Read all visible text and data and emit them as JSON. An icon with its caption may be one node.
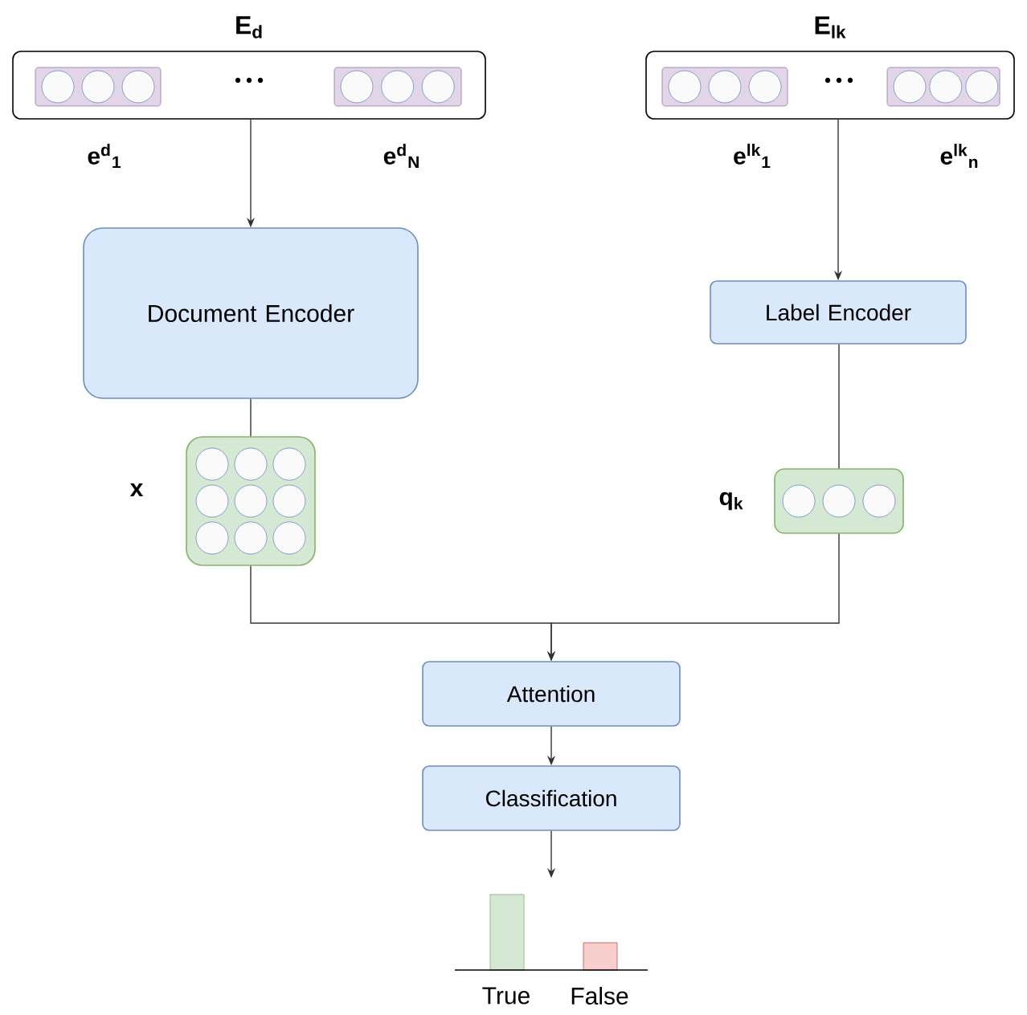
{
  "diagram": {
    "nodes": [
      {
        "text": [
          "E$_{d}$"
        ],
        "beside": [
          "e$^{d}$$_{1}$",
          "e$^{d}$$_{N}$"
        ]
      },
      {
        "text": [
          "E$_{lk}$"
        ],
        "beside": [
          "e$^{lk}$$_{1}$",
          "e$^{lk}$$_{n}$"
        ]
      },
      {
        "text": [
          "Document Encoder"
        ]
      },
      {
        "text": [
          "Label Encoder"
        ]
      },
      {
        "text": [],
        "shape": "box",
        "beside": [
          "x"
        ]
      },
      {
        "text": [],
        "shape": "box",
        "beside": [
          "q$_{k}$"
        ]
      },
      {
        "text": [
          "Attention"
        ]
      },
      {
        "text": [
          "Classification"
        ]
      },
      {
        "text": [],
        "shape": "picture",
        "beside": [
          "True",
          "False"
        ]
      }
    ],
    "edges": [
      {
        "from": 0,
        "to": 2,
        "arrow": "to"
      },
      {
        "from": 1,
        "to": 3,
        "arrow": "to"
      },
      {
        "from": 2,
        "to": 4,
        "arrow": "none"
      },
      {
        "from": 3,
        "to": 5,
        "arrow": "none"
      },
      {
        "from": 4,
        "to": 6,
        "arrow": "to"
      },
      {
        "from": 5,
        "to": 6,
        "arrow": "to"
      },
      {
        "from": 6,
        "to": 7,
        "arrow": "to"
      },
      {
        "from": 7,
        "to": 8,
        "arrow": "to"
      }
    ]
  }
}
